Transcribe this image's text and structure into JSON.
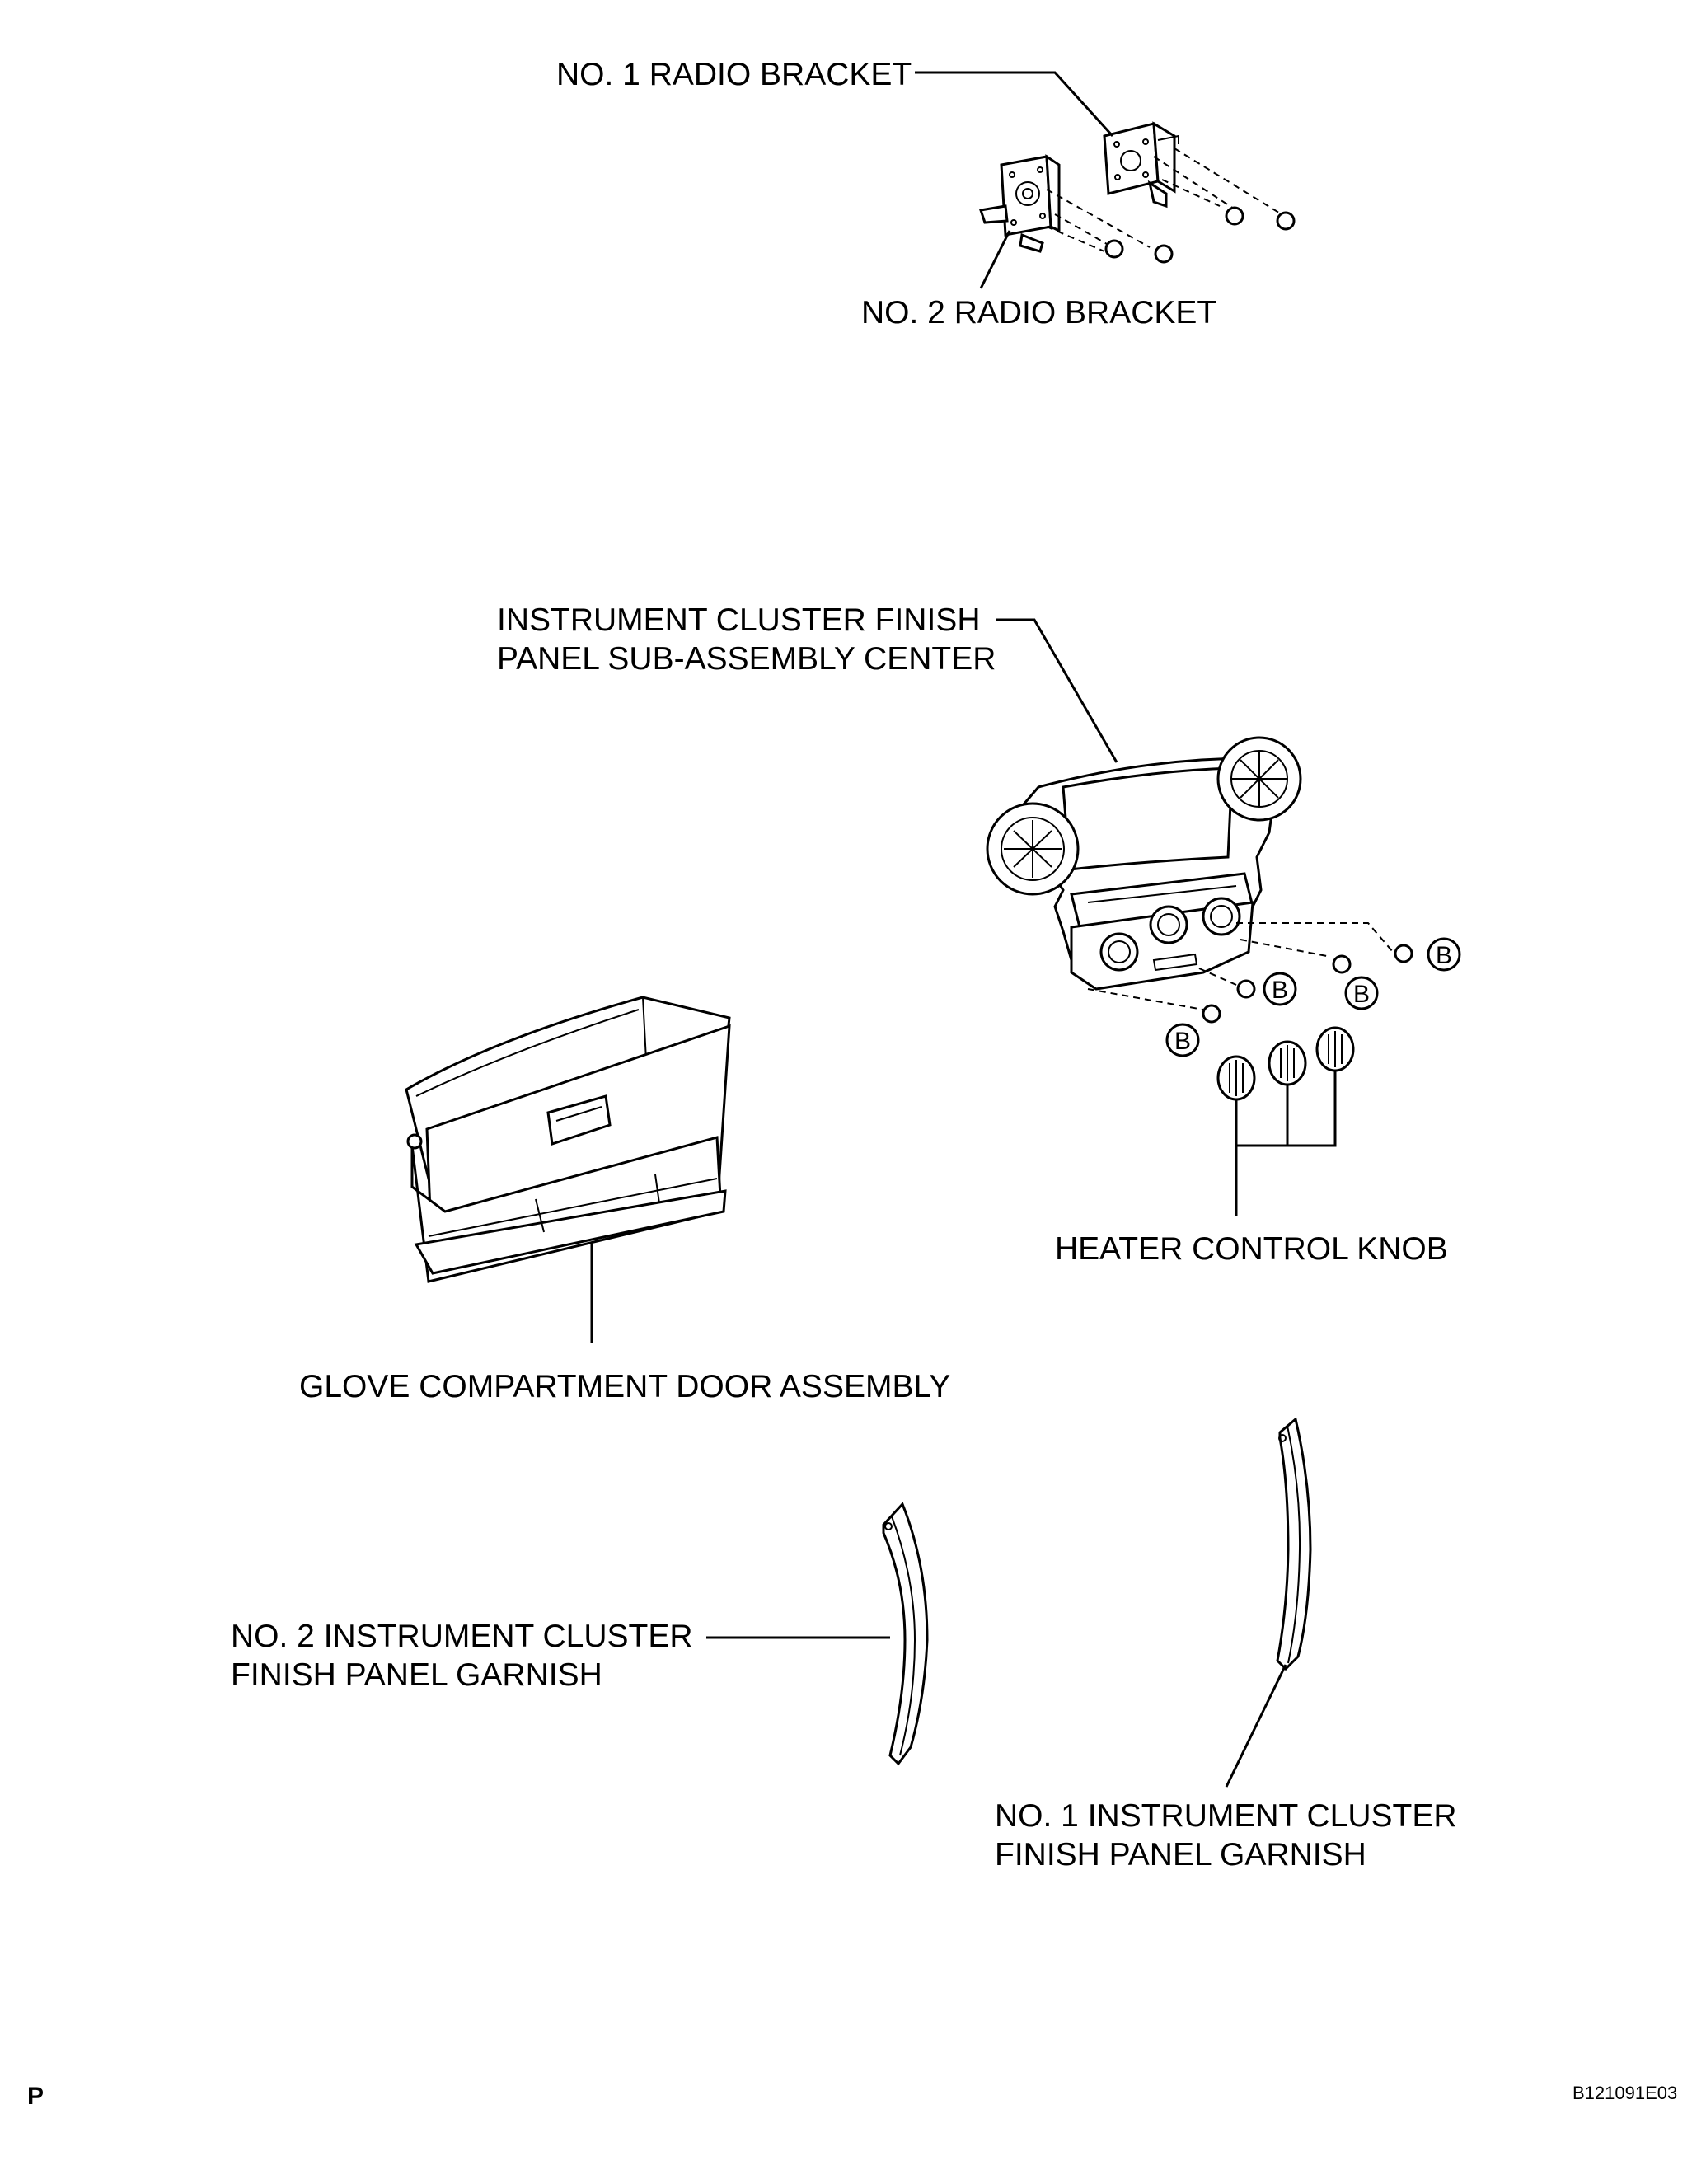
{
  "labels": {
    "radio_bracket_1": "NO. 1 RADIO BRACKET",
    "radio_bracket_2": "NO. 2 RADIO BRACKET",
    "finish_panel_center_line1": "INSTRUMENT CLUSTER FINISH",
    "finish_panel_center_line2": "PANEL SUB-ASSEMBLY CENTER",
    "heater_control_knob": "HEATER CONTROL KNOB",
    "glove_compartment": "GLOVE COMPARTMENT DOOR ASSEMBLY",
    "garnish_2_line1": "NO. 2 INSTRUMENT CLUSTER",
    "garnish_2_line2": "FINISH PANEL GARNISH",
    "garnish_1_line1": "NO. 1 INSTRUMENT CLUSTER",
    "garnish_1_line2": "FINISH PANEL GARNISH"
  },
  "screw_marker": "B",
  "corner_left": "P",
  "figure_code": "B121091E03"
}
